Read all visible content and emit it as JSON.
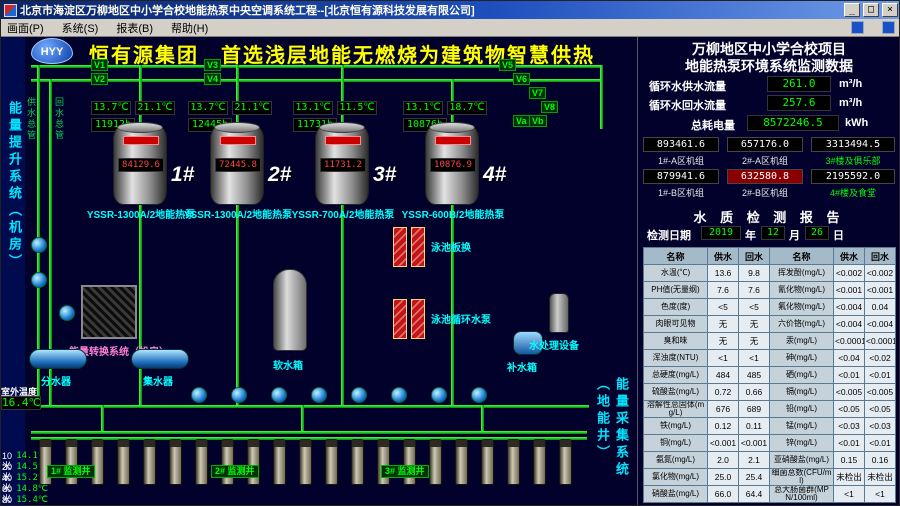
{
  "window": {
    "title": "北京市海淀区万柳地区中小学合校地能热泵中央空调系统工程--[北京恒有源科技发展有限公司]",
    "minimize": "_",
    "maximize": "□",
    "close": "×",
    "menu": [
      "画面(P)",
      "系统(S)",
      "报表(B)",
      "帮助(H)"
    ]
  },
  "banner": {
    "logo_text": "HYY",
    "title": "恒有源集团　首选浅层地能无燃烧为建筑物智慧供热"
  },
  "right_panel": {
    "title_line1": "万柳地区中小学合校项目",
    "title_line2": "地能热泵环境系统监测数据",
    "flows": [
      {
        "label": "循环水供水流量",
        "value": "261.0",
        "unit": "m³/h"
      },
      {
        "label": "循环水回水流量",
        "value": "257.6",
        "unit": "m³/h"
      },
      {
        "label": "总耗电量",
        "value": "8572246.5",
        "unit": "kWh"
      }
    ],
    "meters": [
      {
        "value": "893461.6",
        "label": "1#-A区机组"
      },
      {
        "value": "657176.0",
        "label": "2#-A区机组"
      },
      {
        "value": "3313494.5",
        "label": "3#楼及俱乐部"
      },
      {
        "value": "879941.6",
        "label": "1#-B区机组"
      },
      {
        "value": "632580.8",
        "label": "2#-B区机组",
        "alert": true
      },
      {
        "value": "2195592.0",
        "label": "4#楼及食堂"
      }
    ]
  },
  "water_quality": {
    "title": "水 质 检 测 报 告",
    "date_label": "检测日期",
    "year": "2019",
    "year_suffix": "年",
    "month": "12",
    "month_suffix": "月",
    "day": "26",
    "day_suffix": "日",
    "headers": [
      "名称",
      "供水",
      "回水",
      "名称",
      "供水",
      "回水"
    ],
    "rows": [
      [
        "水温(℃)",
        "13.6",
        "9.8",
        "挥发酚(mg/L)",
        "<0.002",
        "<0.002"
      ],
      [
        "PH值(无量纲)",
        "7.6",
        "7.6",
        "氰化物(mg/L)",
        "<0.001",
        "<0.001"
      ],
      [
        "色度(度)",
        "<5",
        "<5",
        "氟化物(mg/L)",
        "<0.004",
        "0.04"
      ],
      [
        "肉眼可见物",
        "无",
        "无",
        "六价铬(mg/L)",
        "<0.004",
        "<0.004"
      ],
      [
        "臭和味",
        "无",
        "无",
        "汞(mg/L)",
        "<0.0001",
        "<0.0001"
      ],
      [
        "浑浊度(NTU)",
        "<1",
        "<1",
        "砷(mg/L)",
        "<0.04",
        "<0.02"
      ],
      [
        "总硬度(mg/L)",
        "484",
        "485",
        "硒(mg/L)",
        "<0.01",
        "<0.01"
      ],
      [
        "硫酸盐(mg/L)",
        "0.72",
        "0.66",
        "镉(mg/L)",
        "<0.005",
        "<0.005"
      ],
      [
        "溶解性总固体(mg/L)",
        "676",
        "689",
        "铅(mg/L)",
        "<0.05",
        "<0.05"
      ],
      [
        "铁(mg/L)",
        "0.12",
        "0.11",
        "锰(mg/L)",
        "<0.03",
        "<0.03"
      ],
      [
        "铜(mg/L)",
        "<0.001",
        "<0.001",
        "锌(mg/L)",
        "<0.01",
        "<0.01"
      ],
      [
        "氨氮(mg/L)",
        "2.0",
        "2.1",
        "亚硝酸盐(mg/L)",
        "0.15",
        "0.16"
      ],
      [
        "氯化物(mg/L)",
        "25.0",
        "25.4",
        "细菌总数(CFU/ml)",
        "未检出",
        "未检出"
      ],
      [
        "硝酸盐(mg/L)",
        "66.0",
        "64.4",
        "总大肠菌群(MPN/100ml)",
        "<1",
        "<1"
      ]
    ]
  },
  "diagram": {
    "left_system_label": "能量提升系统（机房）",
    "right_system_label": "能量采集系统（地能井）",
    "convert_label": "能量转换系统（机房）",
    "supply_pipe_label": "供水总管",
    "return_pipe_label": "回水总管",
    "units": [
      {
        "no": "1#",
        "model": "YSSR-1300A/2地能热泵",
        "t_in": "13.7℃",
        "t_out": "21.1℃",
        "energy": "84129.6",
        "hours": "11912h"
      },
      {
        "no": "2#",
        "model": "YSSR-1300A/2地能热泵",
        "t_in": "13.7℃",
        "t_out": "21.1℃",
        "energy": "72445.8",
        "hours": "12445h"
      },
      {
        "no": "3#",
        "model": "YSSR-700A/2地能热泵",
        "t_in": "13.1℃",
        "t_out": "11.5℃",
        "energy": "11731.2",
        "hours": "11731h"
      },
      {
        "no": "4#",
        "model": "YSSR-600B/2地能热泵",
        "t_in": "13.1℃",
        "t_out": "18.7℃",
        "energy": "10876.9",
        "hours": "10876h"
      }
    ],
    "valves": [
      "V1",
      "V2",
      "V3",
      "V4",
      "V5",
      "V6",
      "V7",
      "V8",
      "Va",
      "Vb"
    ],
    "equipment": {
      "splitter": "分水器",
      "collector": "集水器",
      "soft_tank": "软水箱",
      "pool_hx": "泳池板换",
      "pool_pump": "泳池循环水泵",
      "makeup_tank": "补水箱",
      "treatment": "水处理设备"
    },
    "outdoor": {
      "label": "室外温度",
      "value": "16.4℃"
    },
    "depths": [
      {
        "depth": "10米",
        "temp": "14.1℃"
      },
      {
        "depth": "20米",
        "temp": "14.5℃"
      },
      {
        "depth": "40米",
        "temp": "15.2℃"
      },
      {
        "depth": "60米",
        "temp": "14.8℃"
      },
      {
        "depth": "80米",
        "temp": "15.4℃"
      }
    ],
    "wells": {
      "count": 21,
      "labels": [
        "1# 监测井",
        "2# 监测井",
        "3# 监测井"
      ]
    }
  }
}
